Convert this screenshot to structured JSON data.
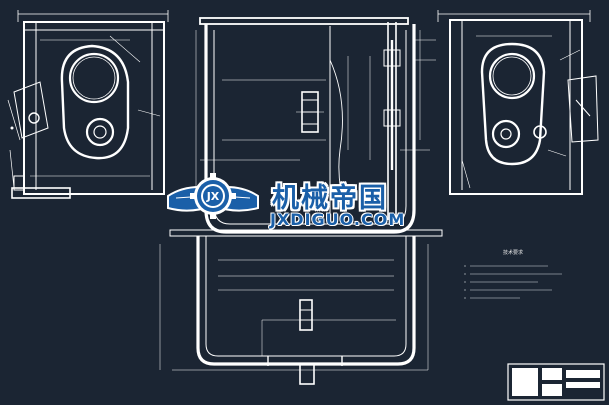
{
  "watermark": {
    "brand_text": "机械帝国",
    "url_text": "JXDIGUO.COM",
    "emblem_letters": "JX",
    "brand_color": "#1a5fa8"
  },
  "colors": {
    "background": "#1b2533",
    "line": "#ffffff",
    "dim_line": "#d8dde3"
  },
  "notes": {
    "title": "技术要求",
    "line_count": 5
  },
  "title_block": {
    "present": true
  }
}
